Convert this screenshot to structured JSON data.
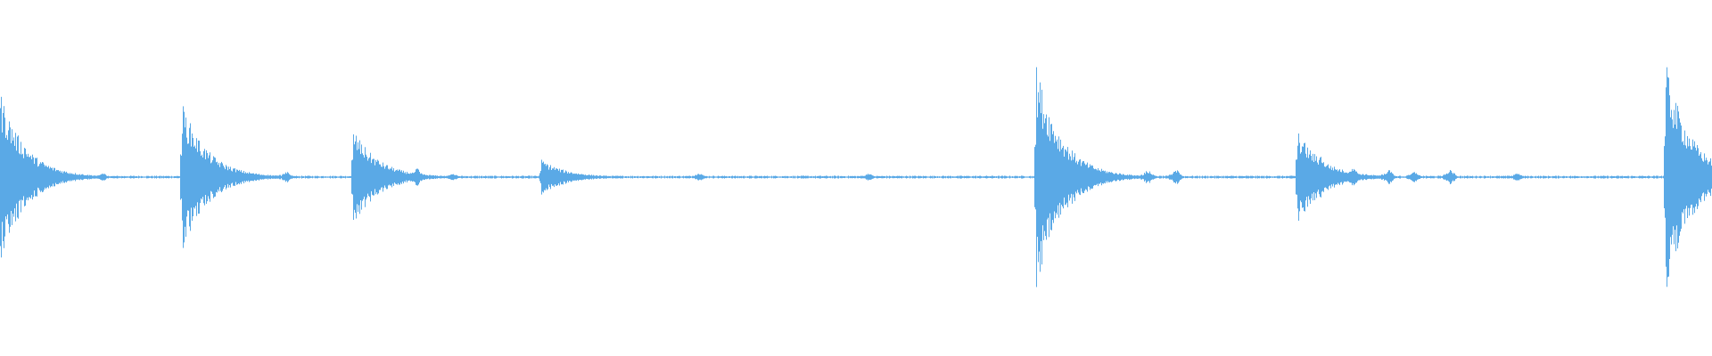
{
  "waveform": {
    "color": "#5aa9e6",
    "background": "#ffffff",
    "baseline_amplitude": 0.008,
    "events": [
      {
        "time": 0.0,
        "peak": 0.48,
        "kind": "strike"
      },
      {
        "time": 0.014,
        "peak": 0.22,
        "kind": "echo"
      },
      {
        "time": 0.057,
        "peak": 0.02,
        "kind": "blip"
      },
      {
        "time": 0.106,
        "peak": 0.42,
        "kind": "strike"
      },
      {
        "time": 0.121,
        "peak": 0.07,
        "kind": "echo"
      },
      {
        "time": 0.164,
        "peak": 0.03,
        "kind": "blip"
      },
      {
        "time": 0.206,
        "peak": 0.27,
        "kind": "strike"
      },
      {
        "time": 0.22,
        "peak": 0.1,
        "kind": "echo"
      },
      {
        "time": 0.24,
        "peak": 0.05,
        "kind": "blip"
      },
      {
        "time": 0.261,
        "peak": 0.02,
        "kind": "blip"
      },
      {
        "time": 0.316,
        "peak": 0.1,
        "kind": "strike"
      },
      {
        "time": 0.405,
        "peak": 0.02,
        "kind": "blip"
      },
      {
        "time": 0.504,
        "peak": 0.02,
        "kind": "blip"
      },
      {
        "time": 0.605,
        "peak": 0.63,
        "kind": "strike"
      },
      {
        "time": 0.617,
        "peak": 0.14,
        "kind": "echo"
      },
      {
        "time": 0.634,
        "peak": 0.07,
        "kind": "blip"
      },
      {
        "time": 0.667,
        "peak": 0.04,
        "kind": "blip"
      },
      {
        "time": 0.684,
        "peak": 0.04,
        "kind": "blip"
      },
      {
        "time": 0.758,
        "peak": 0.26,
        "kind": "strike"
      },
      {
        "time": 0.771,
        "peak": 0.13,
        "kind": "echo"
      },
      {
        "time": 0.787,
        "peak": 0.05,
        "kind": "blip"
      },
      {
        "time": 0.808,
        "peak": 0.04,
        "kind": "blip"
      },
      {
        "time": 0.823,
        "peak": 0.03,
        "kind": "blip"
      },
      {
        "time": 0.844,
        "peak": 0.04,
        "kind": "blip"
      },
      {
        "time": 0.883,
        "peak": 0.02,
        "kind": "blip"
      },
      {
        "time": 0.973,
        "peak": 0.64,
        "kind": "strike"
      },
      {
        "time": 0.99,
        "peak": 0.17,
        "kind": "echo"
      }
    ]
  }
}
